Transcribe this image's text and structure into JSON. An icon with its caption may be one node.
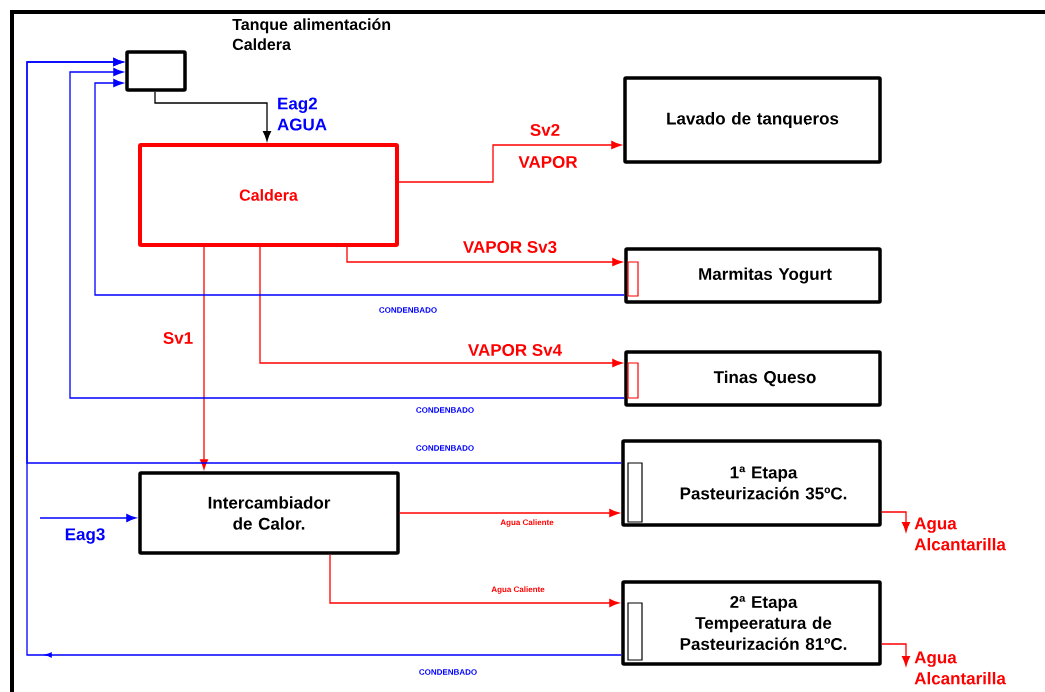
{
  "diagram": {
    "nodes": [
      {
        "text": [
          "Tanque alimentación Caldera"
        ]
      },
      {
        "text": [
          "Caldera"
        ]
      },
      {
        "text": [
          "Lavado de tanqueros"
        ]
      },
      {
        "text": [
          "Marmitas Yogurt"
        ]
      },
      {
        "text": [
          "Tinas Queso"
        ]
      },
      {
        "text": [
          "Intercambiador de Calor."
        ]
      },
      {
        "text": [
          "1ª Etapa Pasteurización 35ºC."
        ]
      },
      {
        "text": [
          "2ª Etapa Tempeeratura de Pasteurización 81ºC."
        ]
      },
      {
        "text": [
          "Agua Alcantarilla"
        ]
      },
      {
        "text": [
          "Agua Alcantarilla"
        ]
      }
    ],
    "edges": [
      {
        "from": 0,
        "to": 1,
        "arrow": "to",
        "label": "Eag2 AGUA",
        "color": "#000000"
      },
      {
        "from": 1,
        "to": 2,
        "arrow": "to",
        "label": "Sv2"
      },
      {
        "from": 1,
        "to": 3,
        "arrow": "to",
        "label": "VAPOR Sv3"
      },
      {
        "from": 1,
        "to": 4,
        "arrow": "to",
        "label": "VAPOR Sv4"
      },
      {
        "from": 1,
        "to": 5,
        "arrow": "to",
        "label": "Sv1"
      },
      {
        "from": 3,
        "to": 0,
        "arrow": "to",
        "label": "CONDENBADO",
        "color": "#0000ff"
      },
      {
        "from": 4,
        "to": 0,
        "arrow": "to",
        "label": "CONDENBADO",
        "color": "#0000ff"
      },
      {
        "from": 6,
        "to": 0,
        "arrow": "to",
        "label": "CONDENBADO",
        "color": "#0000ff"
      },
      {
        "from": 7,
        "to": 0,
        "arrow": "to",
        "label": "CONDENBADO",
        "color": "#0000ff"
      },
      {
        "from": null,
        "to": 5,
        "arrow": "to",
        "label": "Eag3",
        "color": "#0000ff"
      },
      {
        "from": 5,
        "to": 6,
        "arrow": "to",
        "label": "Agua Caliente"
      },
      {
        "from": 5,
        "to": 7,
        "arrow": "to",
        "label": "Agua Caliente"
      },
      {
        "from": 6,
        "to": 8,
        "arrow": "to"
      },
      {
        "from": 7,
        "to": 9,
        "arrow": "to"
      }
    ],
    "labels": [
      "VAPOR"
    ]
  }
}
